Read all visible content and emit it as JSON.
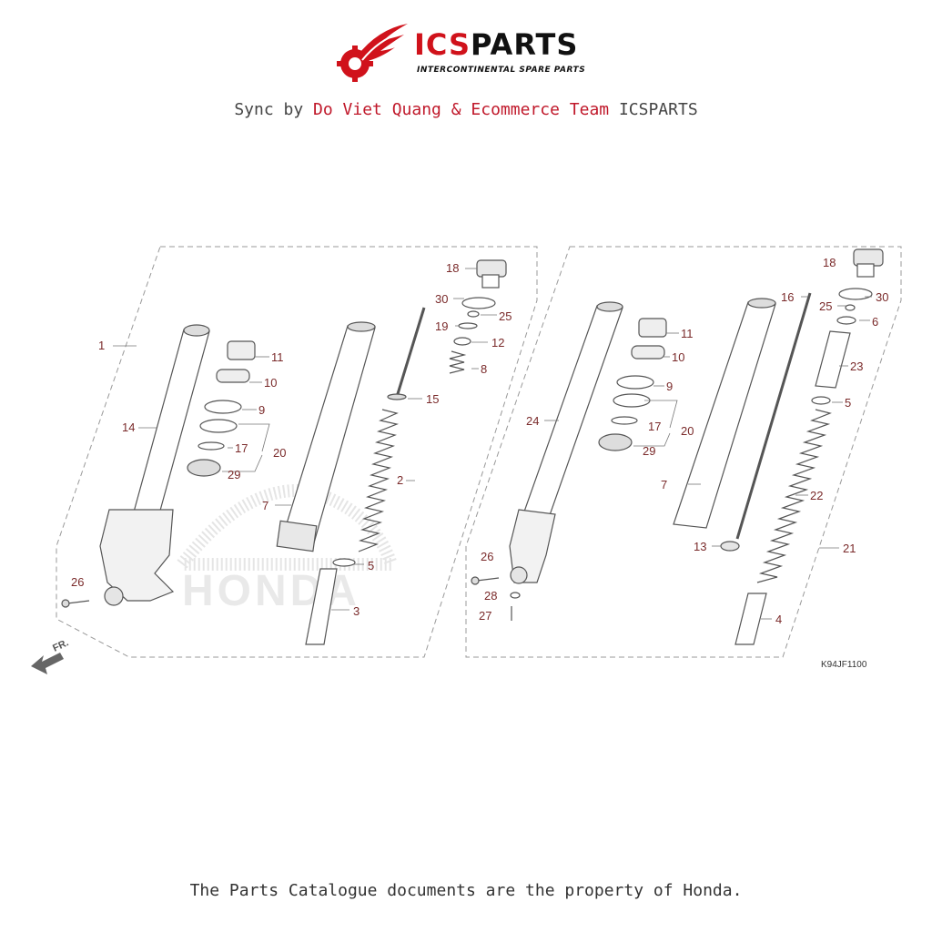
{
  "logo": {
    "title_part1": "ICS",
    "title_part2": "PARTS",
    "subtitle": "INTERCONTINENTAL SPARE PARTS"
  },
  "sync": {
    "prefix": "Sync by ",
    "author": "Do Viet Quang & Ecommerce Team",
    "suffix": " ICSPARTS"
  },
  "diagram": {
    "code": "K94JF1100",
    "direction_label": "FR.",
    "watermark": "HONDA",
    "left_callouts": [
      "1",
      "14",
      "11",
      "10",
      "9",
      "17",
      "20",
      "29",
      "26",
      "7",
      "2",
      "5",
      "3",
      "18",
      "30",
      "25",
      "19",
      "12",
      "8",
      "15"
    ],
    "right_callouts": [
      "18",
      "16",
      "30",
      "25",
      "6",
      "11",
      "10",
      "9",
      "17",
      "20",
      "29",
      "23",
      "5",
      "24",
      "7",
      "22",
      "21",
      "13",
      "26",
      "28",
      "27",
      "4"
    ]
  },
  "footer": {
    "text": "The Parts Catalogue documents are the property of Honda."
  }
}
